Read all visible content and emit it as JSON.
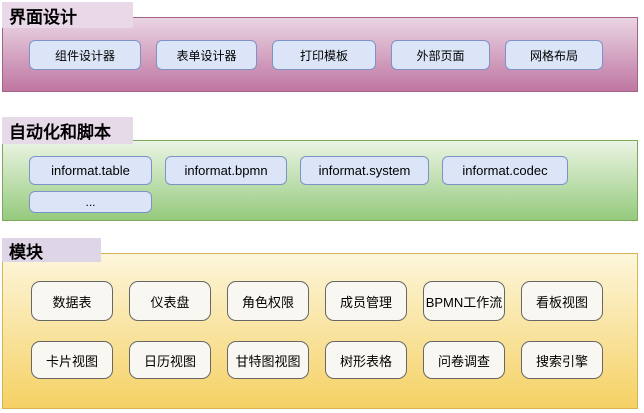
{
  "sections": {
    "ui_design": {
      "title": "界面设计",
      "buttons": [
        "组件设计器",
        "表单设计器",
        "打印模板",
        "外部页面",
        "网格布局"
      ]
    },
    "automation": {
      "title": "自动化和脚本",
      "row1": [
        "informat.table",
        "informat.bpmn",
        "informat.system",
        "informat.codec"
      ],
      "row2": [
        "..."
      ]
    },
    "modules": {
      "title": "模块",
      "row1": [
        "数据表",
        "仪表盘",
        "角色权限",
        "成员管理",
        "BPMN工作流",
        "看板视图"
      ],
      "row2": [
        "卡片视图",
        "日历视图",
        "甘特图视图",
        "树形表格",
        "问卷调查",
        "搜索引擎"
      ]
    }
  },
  "colors": {
    "label_background": "#e1d5e7",
    "ui_design_panel_top": "#ead5e3",
    "ui_design_panel_bottom": "#bf76a2",
    "ui_design_panel_border": "#a5618c",
    "automation_panel_top": "#ebf4e3",
    "automation_panel_bottom": "#95ca7d",
    "automation_panel_border": "#7ea75e",
    "modules_panel_top": "#fdf6dc",
    "modules_panel_bottom": "#f5d164",
    "modules_panel_border": "#d8b254",
    "blue_node_fill": "#dbe5f7",
    "blue_node_border": "#7d93c8",
    "module_node_fill": "#f9f7f1",
    "module_node_border": "#676767"
  }
}
